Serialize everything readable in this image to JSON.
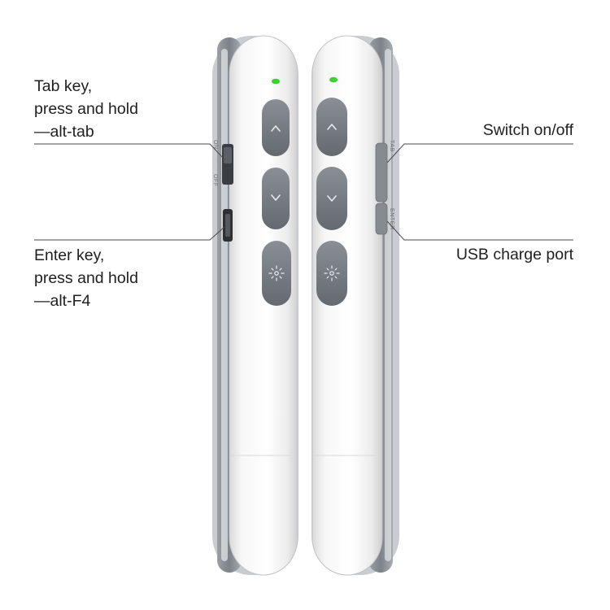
{
  "callouts": {
    "tab_key": [
      "Tab key,",
      "press and hold",
      "—alt-tab"
    ],
    "enter_key": [
      "Enter key,",
      "press and hold",
      "—alt-F4"
    ],
    "switch": "Switch on/off",
    "usb": "USB charge port"
  },
  "side_markings": {
    "on": "ON",
    "off": "OFF",
    "tab": "TAB",
    "enter": "ENTER"
  },
  "buttons": {
    "up": "^",
    "down": "v",
    "laser": "laser-icon"
  },
  "colors": {
    "body": "#f4f4f4",
    "edge": "#8f939a",
    "button": "#767b83",
    "led": "#39d22f",
    "leader_line": "#4a4a4a"
  }
}
